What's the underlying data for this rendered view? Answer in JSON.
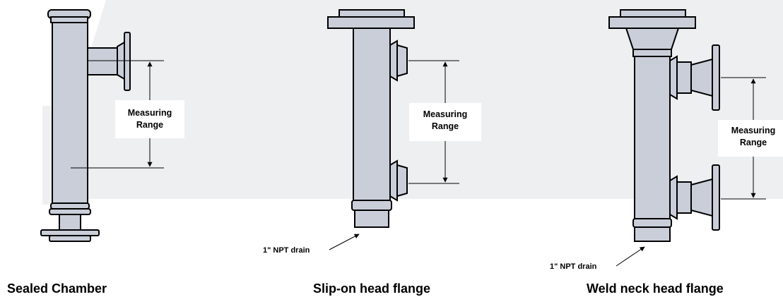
{
  "colors": {
    "background_band": "#eeeff1",
    "pipe_fill": "#c9ced9",
    "outline": "#000000"
  },
  "diagrams": [
    {
      "caption": "Sealed Chamber",
      "range_label_1": "Measuring",
      "range_label_2": "Range"
    },
    {
      "caption": "Slip-on head flange",
      "range_label_1": "Measuring",
      "range_label_2": "Range",
      "drain_label": "1\" NPT drain"
    },
    {
      "caption": "Weld neck head flange",
      "range_label_1": "Measuring",
      "range_label_2": "Range",
      "drain_label": "1\" NPT drain"
    }
  ]
}
